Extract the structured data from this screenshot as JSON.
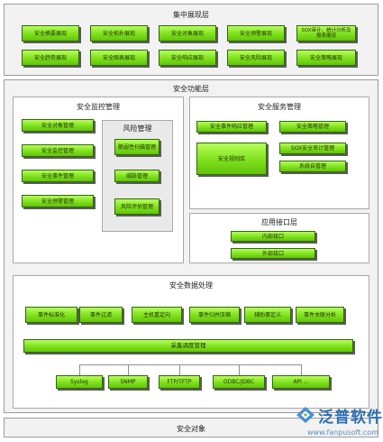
{
  "presentation_layer": {
    "title": "集中展现层",
    "boxes": [
      "安全摘要展现",
      "安全拓扑展现",
      "安全对象展现",
      "安全预警展现",
      "SOX审计、统计分析及报表展现",
      "安全趋势展现",
      "安全图表展现",
      "安全响应展现",
      "安全风险展现",
      "安全策略展现"
    ]
  },
  "function_layer": {
    "title": "安全功能层"
  },
  "monitoring": {
    "title": "安全监控管理",
    "items": [
      "安全对象管理",
      "安全监控管理",
      "安全事件管理",
      "安全预警管理"
    ],
    "risk": {
      "title": "风险管理",
      "items": [
        "脆弱性扫描管理",
        "威胁管理",
        "风险评估管理"
      ]
    }
  },
  "service": {
    "title": "安全服务管理",
    "items": [
      "安全事件响应管理",
      "安全策略管理",
      "安全规则库",
      "SOX安全审计管理",
      "系统自管理"
    ]
  },
  "interface": {
    "title": "应用接口层",
    "items": [
      "内部接口",
      "外部接口"
    ]
  },
  "data_processing": {
    "title": "安全数据处理",
    "items": [
      "事件标准化",
      "事件过滤",
      "主机重定向",
      "事件归并压缩",
      "辅助事定义",
      "事件关联分析"
    ],
    "scheduler": "采集调度管理",
    "protocols": [
      "Syslog",
      "SNMP",
      "FTP/TFTP",
      "ODBC/JDBC",
      "API ..."
    ]
  },
  "security_object": {
    "title": "安全对象"
  },
  "logo": {
    "name": "泛普软件",
    "url": "www.fanpusoft.com"
  },
  "colors": {
    "box_green": "#7ee01c",
    "box_border": "#2f6a06",
    "panel_gray": "#f2f2f2",
    "logo_blue": "#2a6fb3"
  }
}
